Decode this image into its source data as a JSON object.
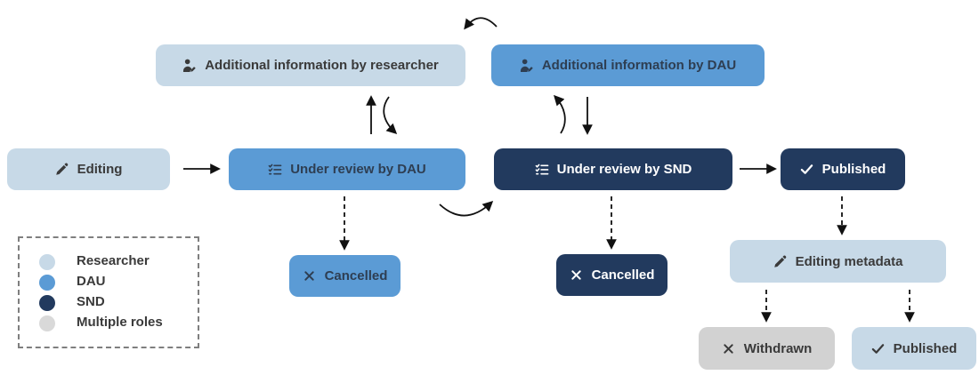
{
  "colors": {
    "researcher": "#c7d9e7",
    "dau": "#5b9bd5",
    "snd": "#223a5e",
    "multiple_roles": "#d2d2d2",
    "text_dark": "#3a3a3a",
    "text_on_snd": "#ffffff",
    "arrow": "#111111",
    "background": "#ffffff"
  },
  "nodes": [
    {
      "id": "editing",
      "label": "Editing",
      "icon": "pencil-icon",
      "role": "Researcher"
    },
    {
      "id": "additional-info-researcher",
      "label": "Additional information by researcher",
      "icon": "user-pen-icon",
      "role": "Researcher"
    },
    {
      "id": "additional-info-dau",
      "label": "Additional information by DAU",
      "icon": "user-pen-icon",
      "role": "DAU"
    },
    {
      "id": "under-review-dau",
      "label": "Under review by DAU",
      "icon": "list-check-icon",
      "role": "DAU"
    },
    {
      "id": "under-review-snd",
      "label": "Under review by SND",
      "icon": "list-check-icon",
      "role": "SND"
    },
    {
      "id": "published",
      "label": "Published",
      "icon": "check-icon",
      "role": "SND"
    },
    {
      "id": "cancelled-dau",
      "label": "Cancelled",
      "icon": "x-icon",
      "role": "DAU"
    },
    {
      "id": "cancelled-snd",
      "label": "Cancelled",
      "icon": "x-icon",
      "role": "SND"
    },
    {
      "id": "editing-metadata",
      "label": "Editing metadata",
      "icon": "pencil-icon",
      "role": "Researcher"
    },
    {
      "id": "withdrawn",
      "label": "Withdrawn",
      "icon": "x-icon",
      "role": "Multiple roles"
    },
    {
      "id": "published-final",
      "label": "Published",
      "icon": "check-icon",
      "role": "Researcher"
    }
  ],
  "edges": [
    {
      "from": "editing",
      "to": "under-review-dau",
      "style": "solid"
    },
    {
      "from": "under-review-dau",
      "to": "additional-info-researcher",
      "style": "solid"
    },
    {
      "from": "additional-info-researcher",
      "to": "under-review-dau",
      "style": "solid-curved"
    },
    {
      "from": "additional-info-dau",
      "to": "additional-info-researcher",
      "style": "solid-curved"
    },
    {
      "from": "under-review-snd",
      "to": "additional-info-dau",
      "style": "solid-curved"
    },
    {
      "from": "additional-info-dau",
      "to": "under-review-snd",
      "style": "solid"
    },
    {
      "from": "under-review-dau",
      "to": "under-review-snd",
      "style": "solid-curved"
    },
    {
      "from": "under-review-snd",
      "to": "published",
      "style": "solid"
    },
    {
      "from": "under-review-dau",
      "to": "cancelled-dau",
      "style": "dashed"
    },
    {
      "from": "under-review-snd",
      "to": "cancelled-snd",
      "style": "dashed"
    },
    {
      "from": "published",
      "to": "editing-metadata",
      "style": "dashed"
    },
    {
      "from": "editing-metadata",
      "to": "withdrawn",
      "style": "dashed"
    },
    {
      "from": "editing-metadata",
      "to": "published-final",
      "style": "dashed"
    }
  ],
  "legend": {
    "items": [
      {
        "label": "Researcher",
        "color": "#c7d9e7"
      },
      {
        "label": "DAU",
        "color": "#5b9bd5"
      },
      {
        "label": "SND",
        "color": "#223a5e"
      },
      {
        "label": "Multiple roles",
        "color": "#d9d9d9"
      }
    ]
  }
}
